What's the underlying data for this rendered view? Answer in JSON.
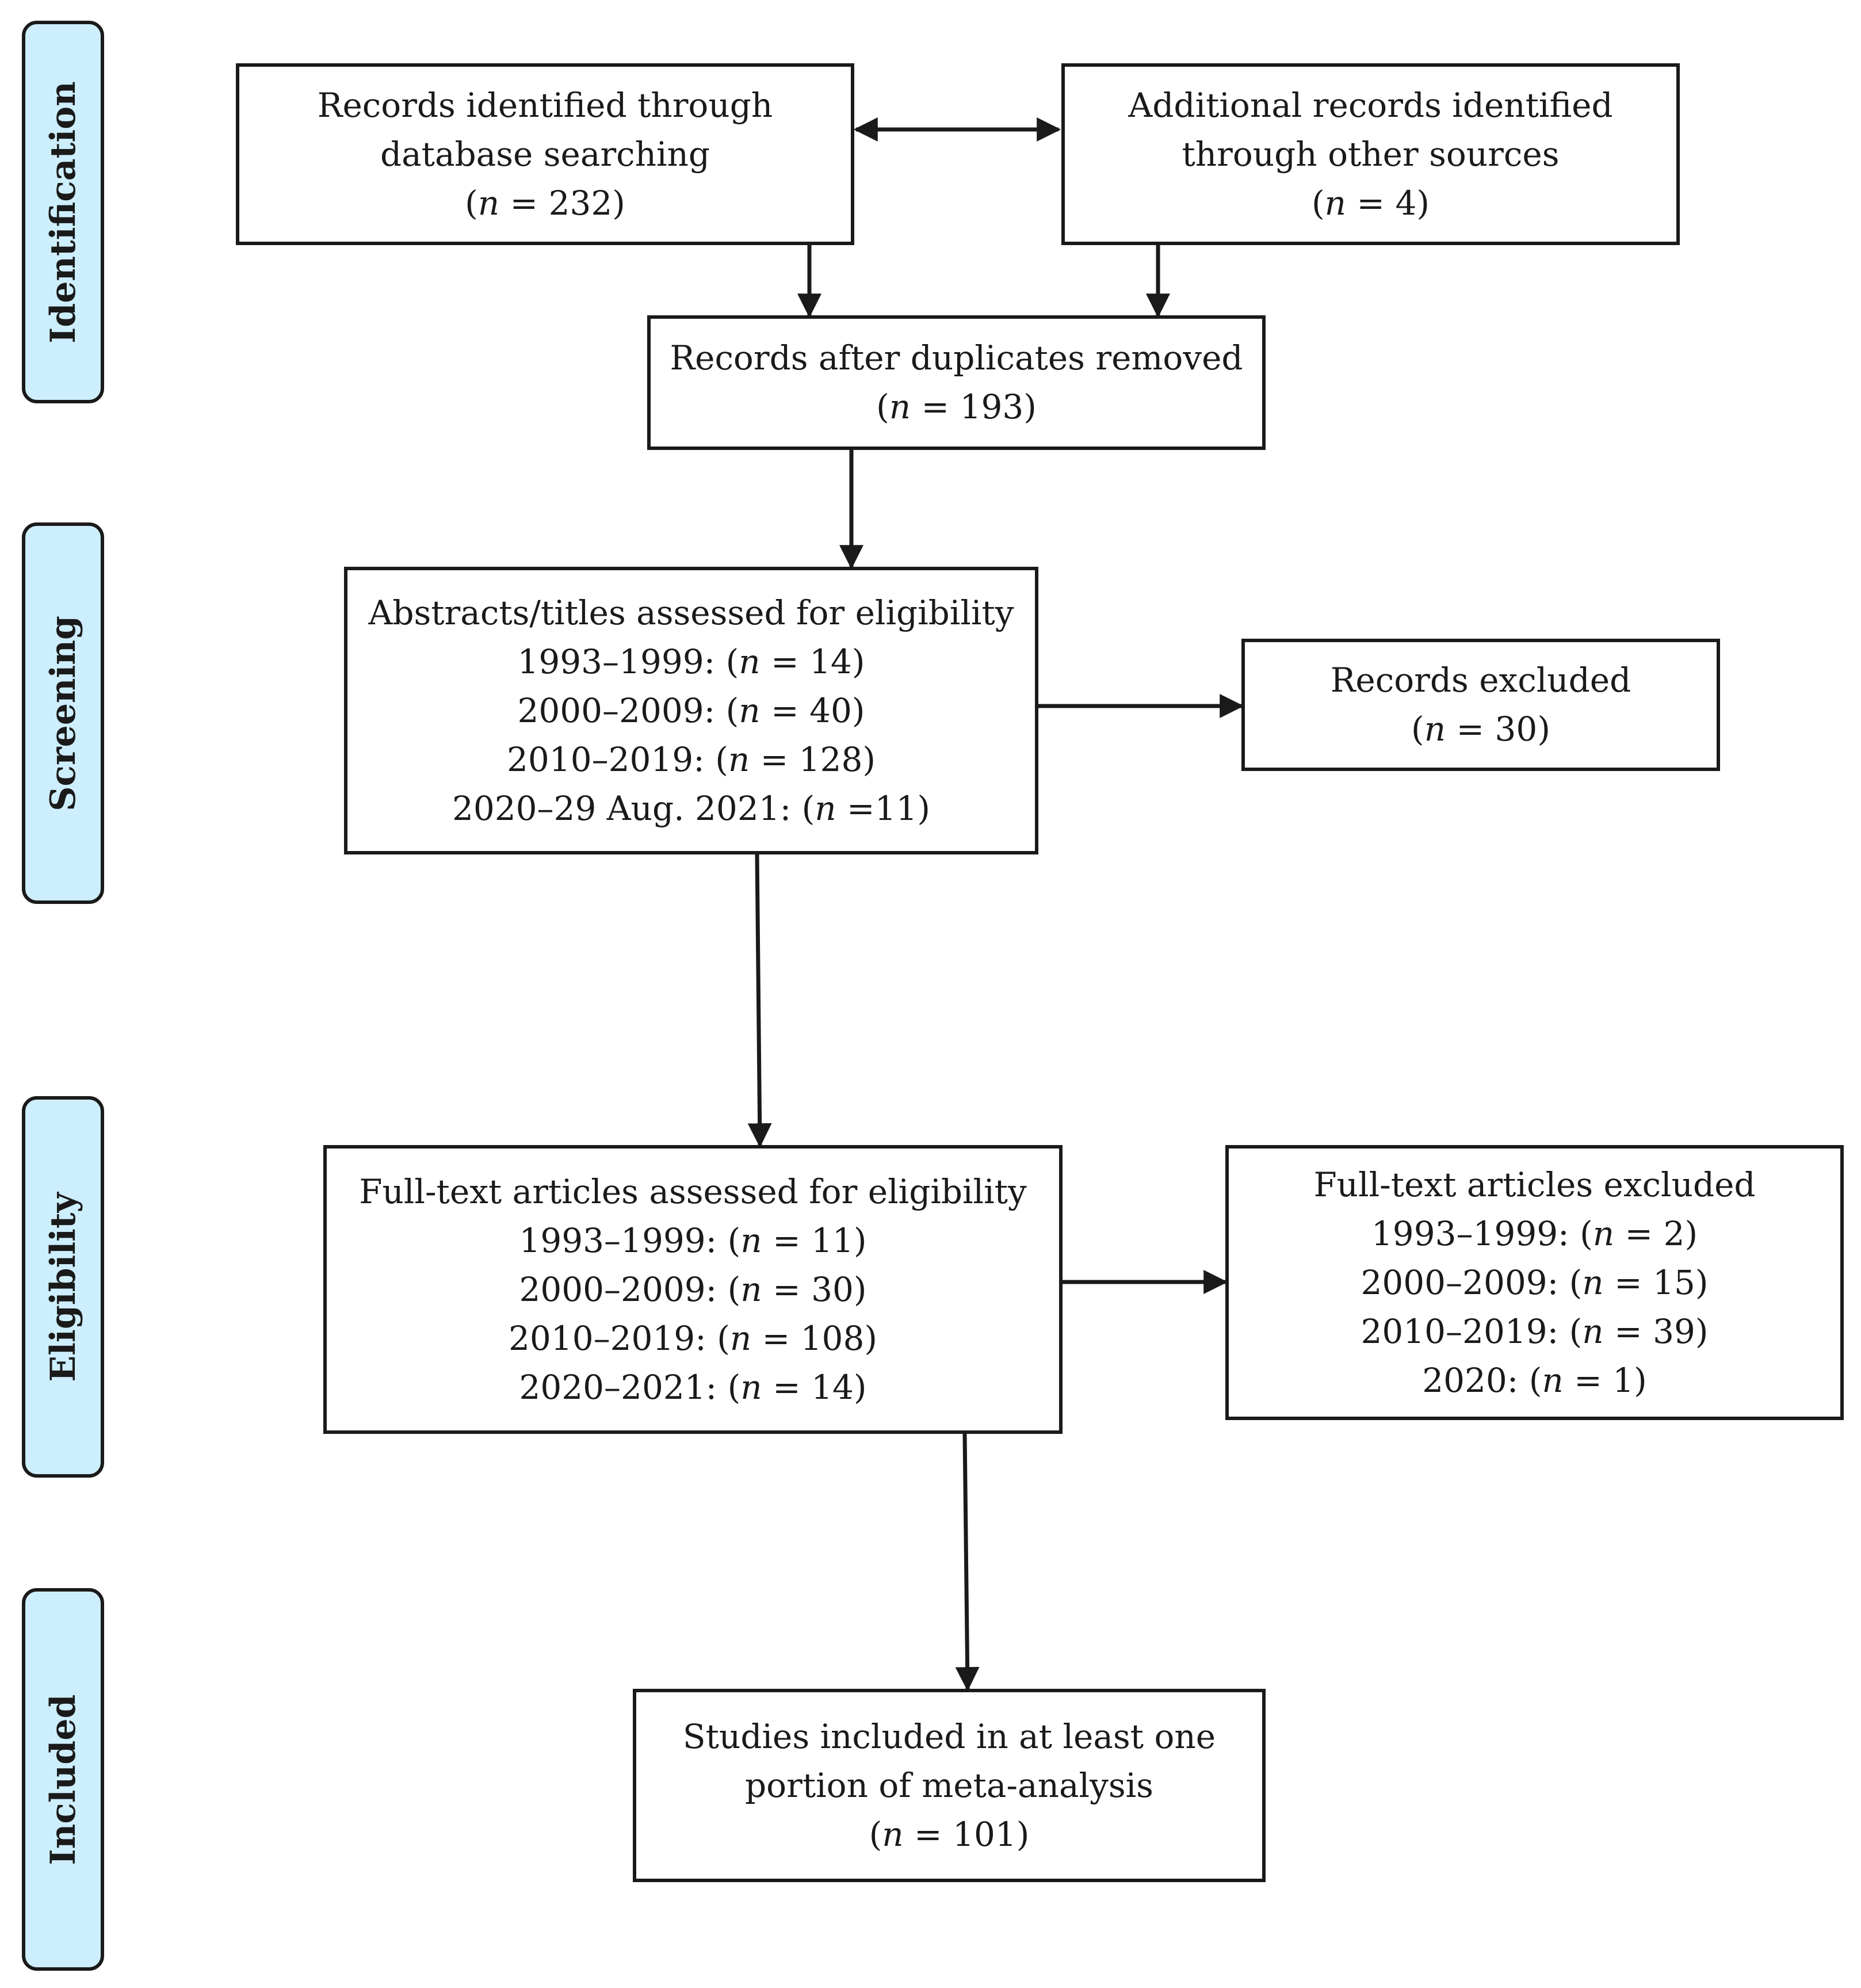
{
  "phases": {
    "identification": "Identification",
    "screening": "Screening",
    "eligibility": "Eligibility",
    "included": "Included"
  },
  "boxes": {
    "database": {
      "line1": "Records identified through",
      "line2": "database searching",
      "count_open": "(",
      "n": "n",
      "count_rest": " = 232)"
    },
    "other": {
      "line1": "Additional records identified",
      "line2": "through other sources",
      "count_open": "(",
      "n": "n",
      "count_rest": " = 4)"
    },
    "dedup": {
      "line1": "Records after duplicates removed",
      "count_open": "(",
      "n": "n",
      "count_rest": " = 193)"
    },
    "screened": {
      "title": "Abstracts/titles assessed for eligibility",
      "rows": [
        {
          "label": "1993–1999: (",
          "n": "n",
          "rest": " = 14)"
        },
        {
          "label": "2000–2009: (",
          "n": "n",
          "rest": " = 40)"
        },
        {
          "label": "2010–2019: (",
          "n": "n",
          "rest": " = 128)"
        },
        {
          "label": "2020–29 Aug. 2021: (",
          "n": "n",
          "rest": " =11)"
        }
      ]
    },
    "excluded": {
      "line1": "Records excluded",
      "count_open": "(",
      "n": "n",
      "count_rest": " = 30)"
    },
    "fulltext": {
      "title": "Full-text articles assessed for eligibility",
      "rows": [
        {
          "label": "1993–1999: (",
          "n": "n",
          "rest": " = 11)"
        },
        {
          "label": "2000–2009: (",
          "n": "n",
          "rest": " = 30)"
        },
        {
          "label": "2010–2019: (",
          "n": "n",
          "rest": " = 108)"
        },
        {
          "label": "2020–2021: (",
          "n": "n",
          "rest": " = 14)"
        }
      ]
    },
    "fulltext_excluded": {
      "title": "Full-text articles excluded",
      "rows": [
        {
          "label": "1993–1999: (",
          "n": "n",
          "rest": " = 2)"
        },
        {
          "label": "2000–2009: (",
          "n": "n",
          "rest": " = 15)"
        },
        {
          "label": "2010–2019: (",
          "n": "n",
          "rest": " = 39)"
        },
        {
          "label": "2020: (",
          "n": "n",
          "rest": " = 1)"
        }
      ]
    },
    "included": {
      "line1": "Studies included in at least one",
      "line2": "portion of meta-analysis",
      "count_open": "(",
      "n": "n",
      "count_rest": " = 101)"
    }
  }
}
